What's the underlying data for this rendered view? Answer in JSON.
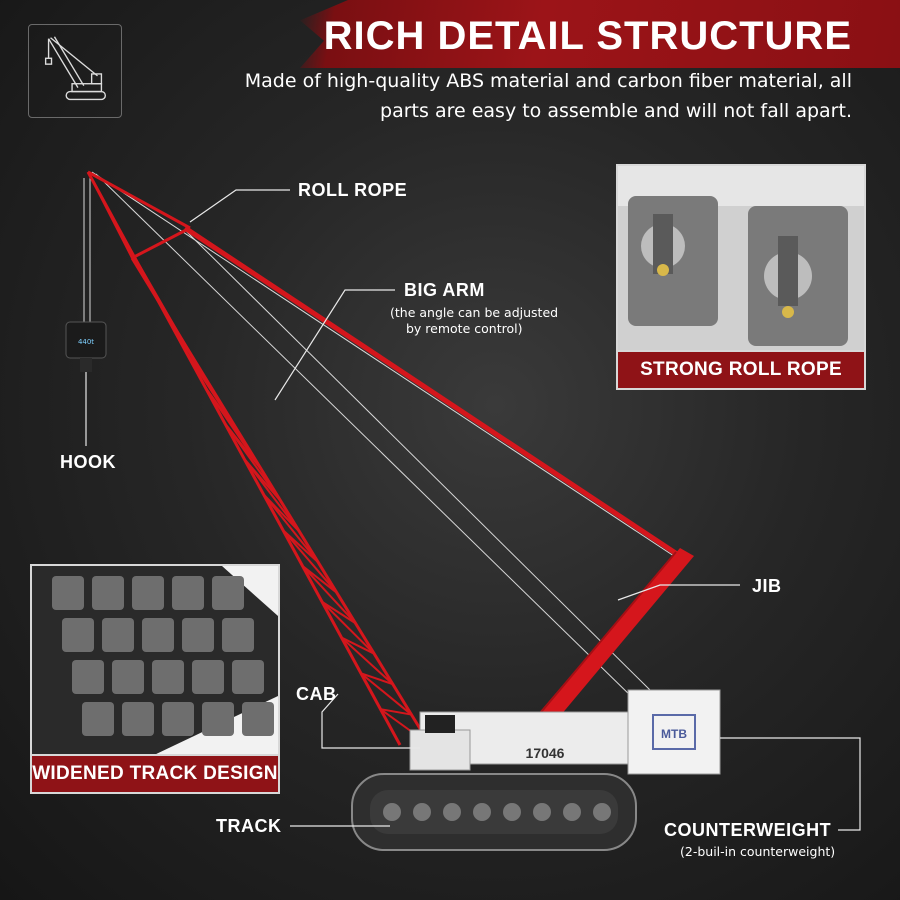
{
  "header": {
    "title": "RICH DETAIL STRUCTURE",
    "subtitle": "Made of high-quality ABS material and carbon fiber material, all parts are easy to assemble and will not fall apart."
  },
  "labels": {
    "roll_rope": "ROLL ROPE",
    "big_arm": "BIG ARM",
    "big_arm_note_1": "(the angle can be adjusted",
    "big_arm_note_2": "by remote control)",
    "hook": "HOOK",
    "jib": "JIB",
    "cab": "CAB",
    "track": "TRACK",
    "counterweight": "COUNTERWEIGHT",
    "counterweight_note": "(2-buil-in counterweight)"
  },
  "insets": {
    "roll_rope_caption": "STRONG ROLL ROPE",
    "track_caption": "WIDENED TRACK DESIGN"
  },
  "model": {
    "hook_text": "440t",
    "body_number": "17046",
    "counterweight_mark": "MTB"
  },
  "colors": {
    "accent_red": "#d5161c",
    "banner_red": "#9c1418",
    "caption_red": "#8f1317"
  }
}
